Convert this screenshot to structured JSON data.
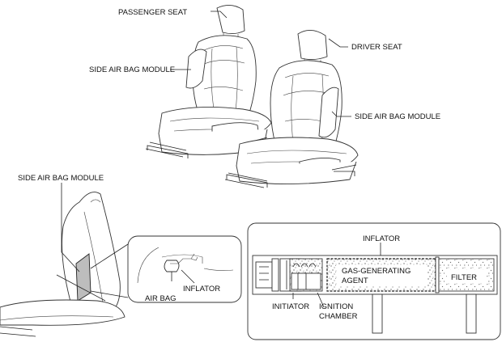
{
  "labels": {
    "passenger_seat": "PASSENGER SEAT",
    "driver_seat": "DRIVER SEAT",
    "side_airbag_module_1": "SIDE AIR BAG MODULE",
    "side_airbag_module_2": "SIDE AIR BAG MODULE",
    "side_airbag_module_3": "SIDE AIR BAG MODULE",
    "air_bag": "AIR BAG",
    "inflator_small": "INFLATOR",
    "inflator_title": "INFLATOR",
    "gas_generating_1": "GAS-GENERATING",
    "gas_generating_2": "AGENT",
    "filter": "FILTER",
    "initiator": "INITIATOR",
    "ignition_1": "IGNITION",
    "ignition_2": "CHAMBER"
  },
  "colors": {
    "airbag_fill": "#bdbdbd",
    "line": "#222222"
  }
}
